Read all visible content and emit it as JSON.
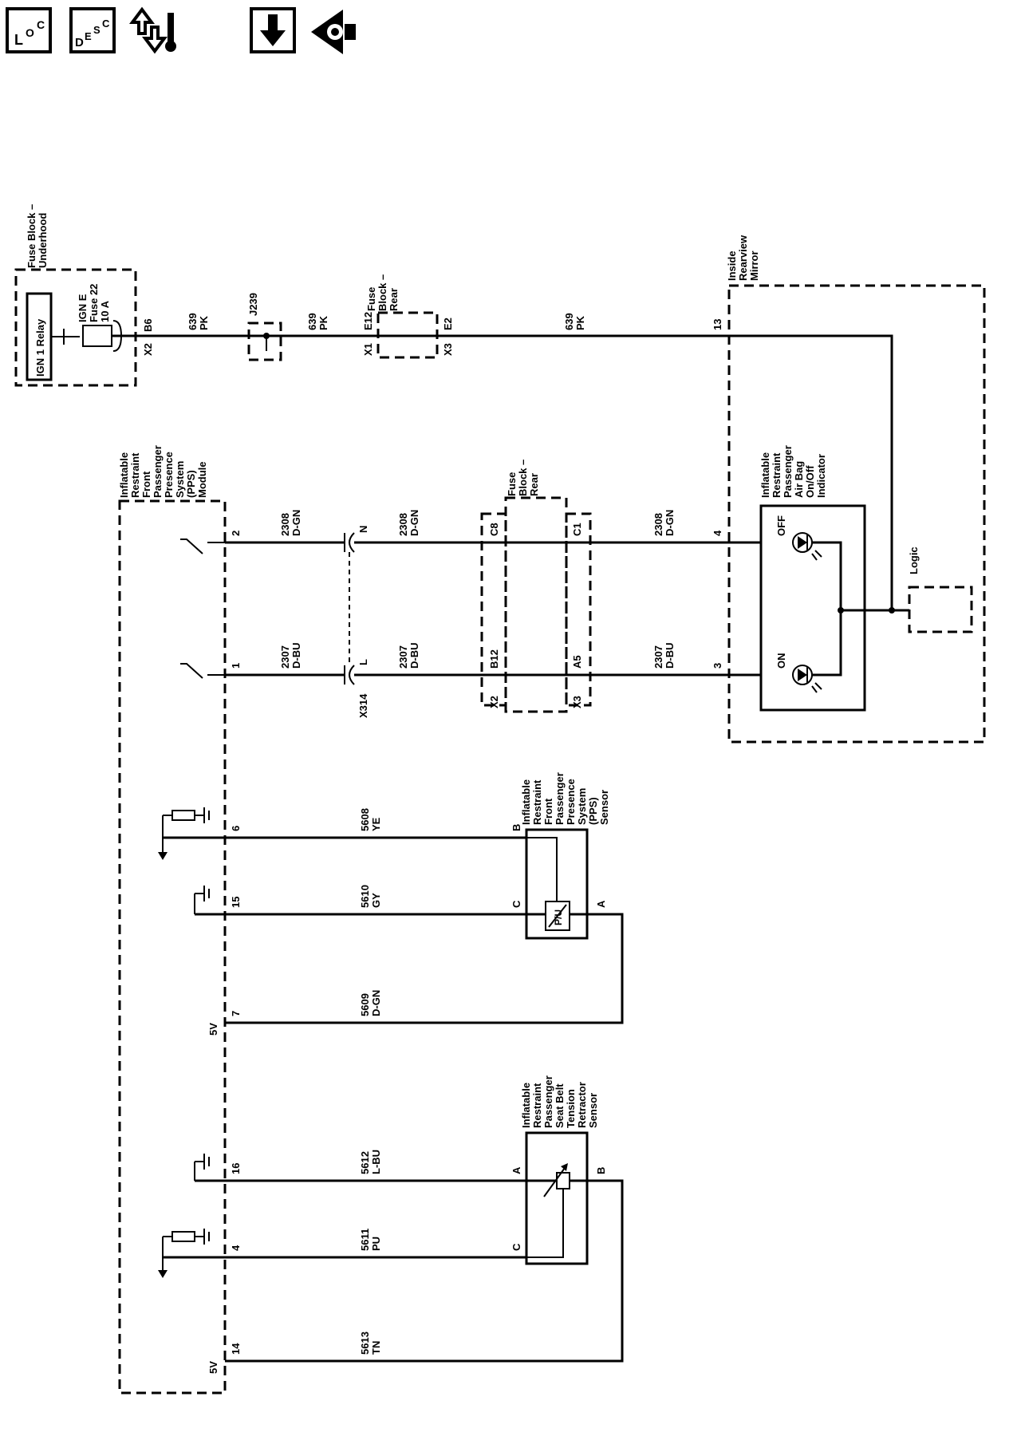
{
  "toolbar": {
    "loc_icon": "location-icon",
    "desc_icon": "description-icon",
    "schematic_icon": "connector-wrench-icon",
    "down_icon": "download-arrow-icon",
    "warning_icon": "warning-icon"
  },
  "components": {
    "fuse_block_underhood": [
      "Fuse Block –",
      "Underhood"
    ],
    "ign_relay": "IGN 1 Relay",
    "fuse": [
      "IGN E",
      "Fuse 22",
      "10 A"
    ],
    "junction": "J239",
    "fuse_block_rear_top": [
      "Fuse",
      "Block –",
      "Rear"
    ],
    "inside_mirror": [
      "Inside",
      "Rearview",
      "Mirror"
    ],
    "pps_module": [
      "Inflatable",
      "Restraint",
      "Front",
      "Passenger",
      "Presence",
      "System",
      "(PPS)",
      "Module"
    ],
    "fuse_block_rear_mid": [
      "Fuse",
      "Block –",
      "Rear"
    ],
    "indicator": [
      "Inflatable",
      "Restraint",
      "Passenger",
      "Air Bag",
      "On/Off",
      "Indicator"
    ],
    "logic": "Logic",
    "pps_sensor": [
      "Inflatable",
      "Restraint",
      "Front",
      "Passenger",
      "Presence",
      "System",
      "(PPS)",
      "Sensor"
    ],
    "belt_sensor": [
      "Inflatable",
      "Restraint",
      "Passenger",
      "Seat Belt",
      "Tension",
      "Retractor",
      "Sensor"
    ],
    "off_label": "OFF",
    "on_label": "ON",
    "pu_label": "P/U",
    "v5": "5V"
  },
  "connectors": {
    "x2": "X2",
    "b6": "B6",
    "x1": "X1",
    "e12": "E12",
    "x3": "X3",
    "e2": "E2",
    "pin13": "13",
    "n": "N",
    "l": "L",
    "x314": "X314",
    "c8": "C8",
    "b12": "B12",
    "c1": "C1",
    "a5": "A5",
    "pin4": "4",
    "pin3": "3",
    "mod_pin2": "2",
    "mod_pin1": "1",
    "mod_pin6": "6",
    "mod_pin15": "15",
    "mod_pin7": "7",
    "mod_pin16": "16",
    "mod_pin4": "4",
    "mod_pin14": "14",
    "sensor_b": "B",
    "sensor_c": "C",
    "sensor_a": "A",
    "belt_a": "A",
    "belt_b": "B",
    "belt_c": "C"
  },
  "wires": {
    "w639": [
      "639",
      "PK"
    ],
    "w2308": [
      "2308",
      "D-GN"
    ],
    "w2307": [
      "2307",
      "D-BU"
    ],
    "w5608": [
      "5608",
      "YE"
    ],
    "w5610": [
      "5610",
      "GY"
    ],
    "w5609": [
      "5609",
      "D-GN"
    ],
    "w5612": [
      "5612",
      "L-BU"
    ],
    "w5611": [
      "5611",
      "PU"
    ],
    "w5613": [
      "5613",
      "TN"
    ]
  }
}
